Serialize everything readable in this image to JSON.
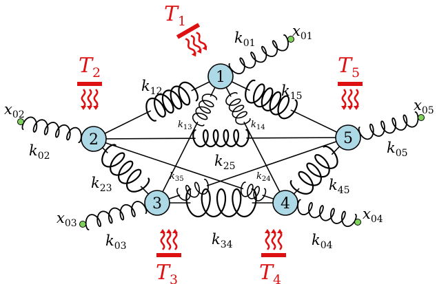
{
  "diagram": {
    "colors": {
      "node_fill": "#add8e6",
      "node_stroke": "#000000",
      "line": "#000000",
      "thermal": "#dd1111",
      "endpoint": "#7fd35a"
    },
    "nodes": [
      {
        "id": "1",
        "label": "1"
      },
      {
        "id": "2",
        "label": "2"
      },
      {
        "id": "3",
        "label": "3"
      },
      {
        "id": "4",
        "label": "4"
      },
      {
        "id": "5",
        "label": "5"
      }
    ],
    "couplings": [
      {
        "id": "12",
        "from": "1",
        "to": "2",
        "label": "k",
        "sub": "12"
      },
      {
        "id": "15",
        "from": "1",
        "to": "5",
        "label": "k",
        "sub": "15"
      },
      {
        "id": "13",
        "from": "1",
        "to": "3",
        "label": "k",
        "sub": "13"
      },
      {
        "id": "14",
        "from": "1",
        "to": "4",
        "label": "k",
        "sub": "14"
      },
      {
        "id": "25",
        "from": "2",
        "to": "5",
        "label": "k",
        "sub": "25"
      },
      {
        "id": "23",
        "from": "2",
        "to": "3",
        "label": "k",
        "sub": "23"
      },
      {
        "id": "24",
        "from": "2",
        "to": "4",
        "label": "k",
        "sub": "24"
      },
      {
        "id": "35",
        "from": "3",
        "to": "5",
        "label": "k",
        "sub": "35"
      },
      {
        "id": "45",
        "from": "4",
        "to": "5",
        "label": "k",
        "sub": "45"
      },
      {
        "id": "34",
        "from": "3",
        "to": "4",
        "label": "k",
        "sub": "34"
      }
    ],
    "anchors": [
      {
        "id": "01",
        "node": "1",
        "label": "x",
        "sub": "01",
        "k_label": "k",
        "k_sub": "01"
      },
      {
        "id": "02",
        "node": "2",
        "label": "x",
        "sub": "02",
        "k_label": "k",
        "k_sub": "02"
      },
      {
        "id": "03",
        "node": "3",
        "label": "x",
        "sub": "03",
        "k_label": "k",
        "k_sub": "03"
      },
      {
        "id": "04",
        "node": "4",
        "label": "x",
        "sub": "04",
        "k_label": "k",
        "k_sub": "04"
      },
      {
        "id": "05",
        "node": "5",
        "label": "x",
        "sub": "05",
        "k_label": "k",
        "k_sub": "05"
      }
    ],
    "baths": [
      {
        "id": "1",
        "node": "1",
        "label": "T",
        "sub": "1"
      },
      {
        "id": "2",
        "node": "2",
        "label": "T",
        "sub": "2"
      },
      {
        "id": "3",
        "node": "3",
        "label": "T",
        "sub": "3"
      },
      {
        "id": "4",
        "node": "4",
        "label": "T",
        "sub": "4"
      },
      {
        "id": "5",
        "node": "5",
        "label": "T",
        "sub": "5"
      }
    ]
  }
}
